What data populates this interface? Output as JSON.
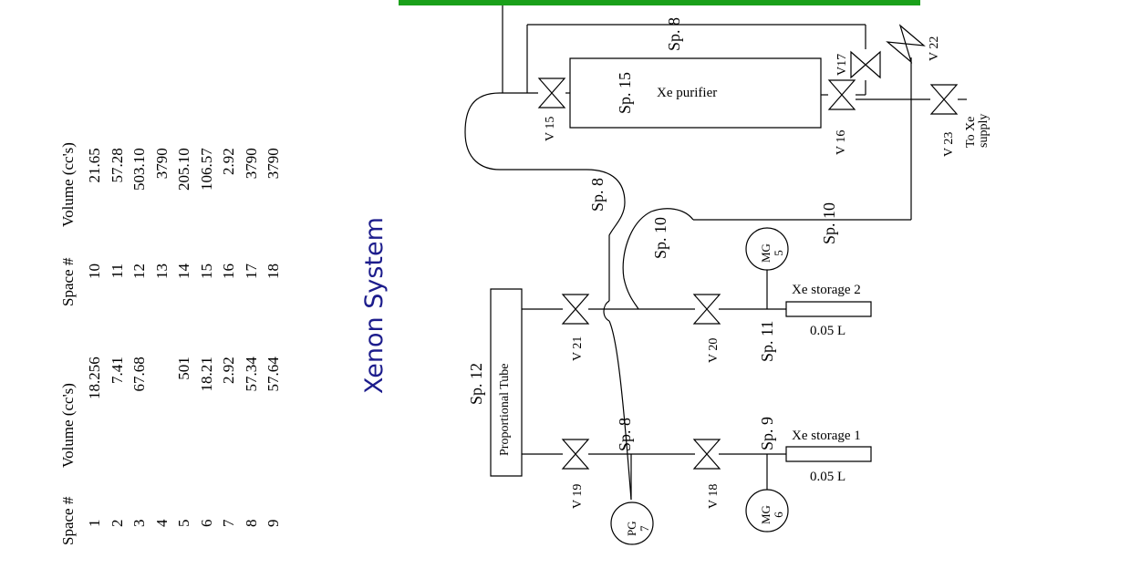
{
  "title": "Xenon System",
  "table1": {
    "space_header": "Space #",
    "volume_header": "Volume (cc's)",
    "spaces": [
      "1",
      "2",
      "3",
      "4",
      "5",
      "6",
      "7",
      "8",
      "9"
    ],
    "volumes": [
      "18.256",
      "7.41",
      "67.68",
      "",
      "501",
      "18.21",
      "2.92",
      "57.34",
      "57.64"
    ]
  },
  "table2": {
    "space_header": "Space #",
    "volume_header": "Volume (cc's)",
    "spaces": [
      "10",
      "11",
      "12",
      "13",
      "14",
      "15",
      "16",
      "17",
      "18"
    ],
    "volumes": [
      "21.65",
      "57.28",
      "503.10",
      "3790",
      "205.10",
      "106.57",
      "2.92",
      "3790",
      "3790"
    ]
  },
  "components": {
    "purifier": "Xe purifier",
    "prop_tube": "Proportional Tube",
    "storage1": "Xe storage 1",
    "storage2": "Xe storage 2",
    "storage1_vol": "0.05 L",
    "storage2_vol": "0.05 L",
    "supply": "To Xe\nsupply",
    "pg7": "PG\n7",
    "mg5": "MG\n5",
    "mg6": "MG\n6"
  },
  "valves": {
    "v15": "V 15",
    "v16": "V 16",
    "v17": "V17",
    "v18": "V 18",
    "v19": "V 19",
    "v20": "V 20",
    "v21": "V 21",
    "v22": "V 22",
    "v23": "V 23"
  },
  "spaces": {
    "sp8_top": "Sp. 8",
    "sp8_mid": "Sp. 8",
    "sp8_low": "Sp. 8",
    "sp9": "Sp. 9",
    "sp10_a": "Sp. 10",
    "sp10_b": "Sp. 10",
    "sp11": "Sp. 11",
    "sp12": "Sp. 12",
    "sp15": "Sp. 15"
  },
  "colors": {
    "title": "#1c1c8c",
    "top_bar": "#1aa01a",
    "lines": "#000000"
  }
}
